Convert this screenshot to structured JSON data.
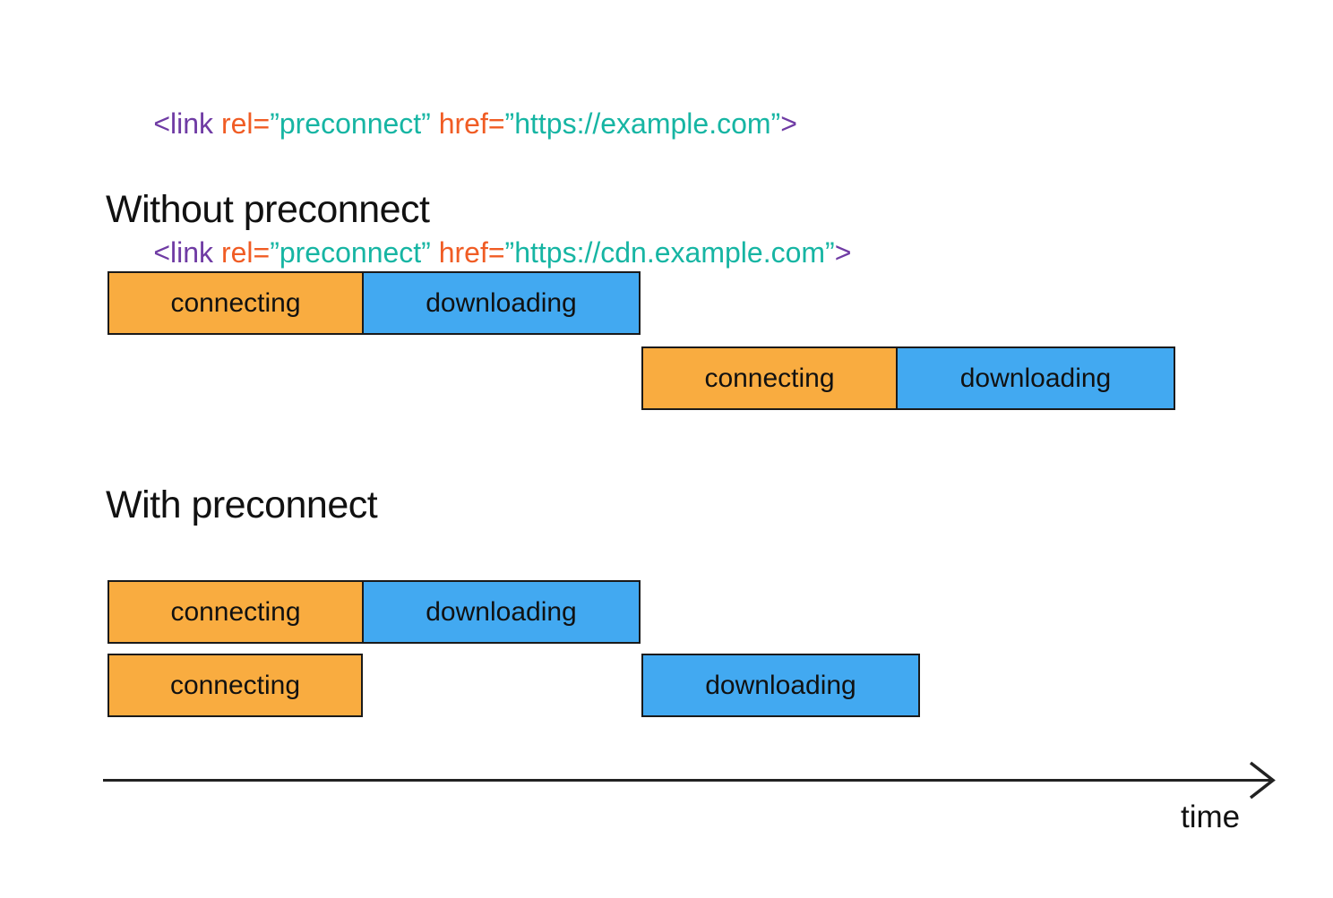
{
  "colors": {
    "connecting": "#F9AC40",
    "downloading": "#42A9F1",
    "bar-border": "#1A1A1A",
    "code-purple": "#6F3BA4",
    "code-orange": "#F05C24",
    "code-teal": "#16B5A3",
    "axis": "#222222",
    "text": "#111111"
  },
  "code": {
    "lines": [
      {
        "tokens": [
          {
            "text": "<link ",
            "color": "purple"
          },
          {
            "text": "rel=",
            "color": "orange"
          },
          {
            "text": "”preconnect” ",
            "color": "teal"
          },
          {
            "text": "href=",
            "color": "orange"
          },
          {
            "text": "”https://example.com”",
            "color": "teal"
          },
          {
            "text": ">",
            "color": "purple"
          }
        ]
      },
      {
        "tokens": [
          {
            "text": "<link ",
            "color": "purple"
          },
          {
            "text": "rel=",
            "color": "orange"
          },
          {
            "text": "”preconnect” ",
            "color": "teal"
          },
          {
            "text": "href=",
            "color": "orange"
          },
          {
            "text": "”https://cdn.example.com”",
            "color": "teal"
          },
          {
            "text": ">",
            "color": "purple"
          }
        ]
      }
    ]
  },
  "without": {
    "title": "Without preconnect",
    "request1": {
      "connecting": "connecting",
      "downloading": "downloading"
    },
    "request2": {
      "connecting": "connecting",
      "downloading": "downloading"
    }
  },
  "with": {
    "title": "With preconnect",
    "request1": {
      "connecting": "connecting",
      "downloading": "downloading"
    },
    "request2": {
      "connecting": "connecting",
      "downloading": "downloading"
    }
  },
  "axis": {
    "label": "time"
  }
}
